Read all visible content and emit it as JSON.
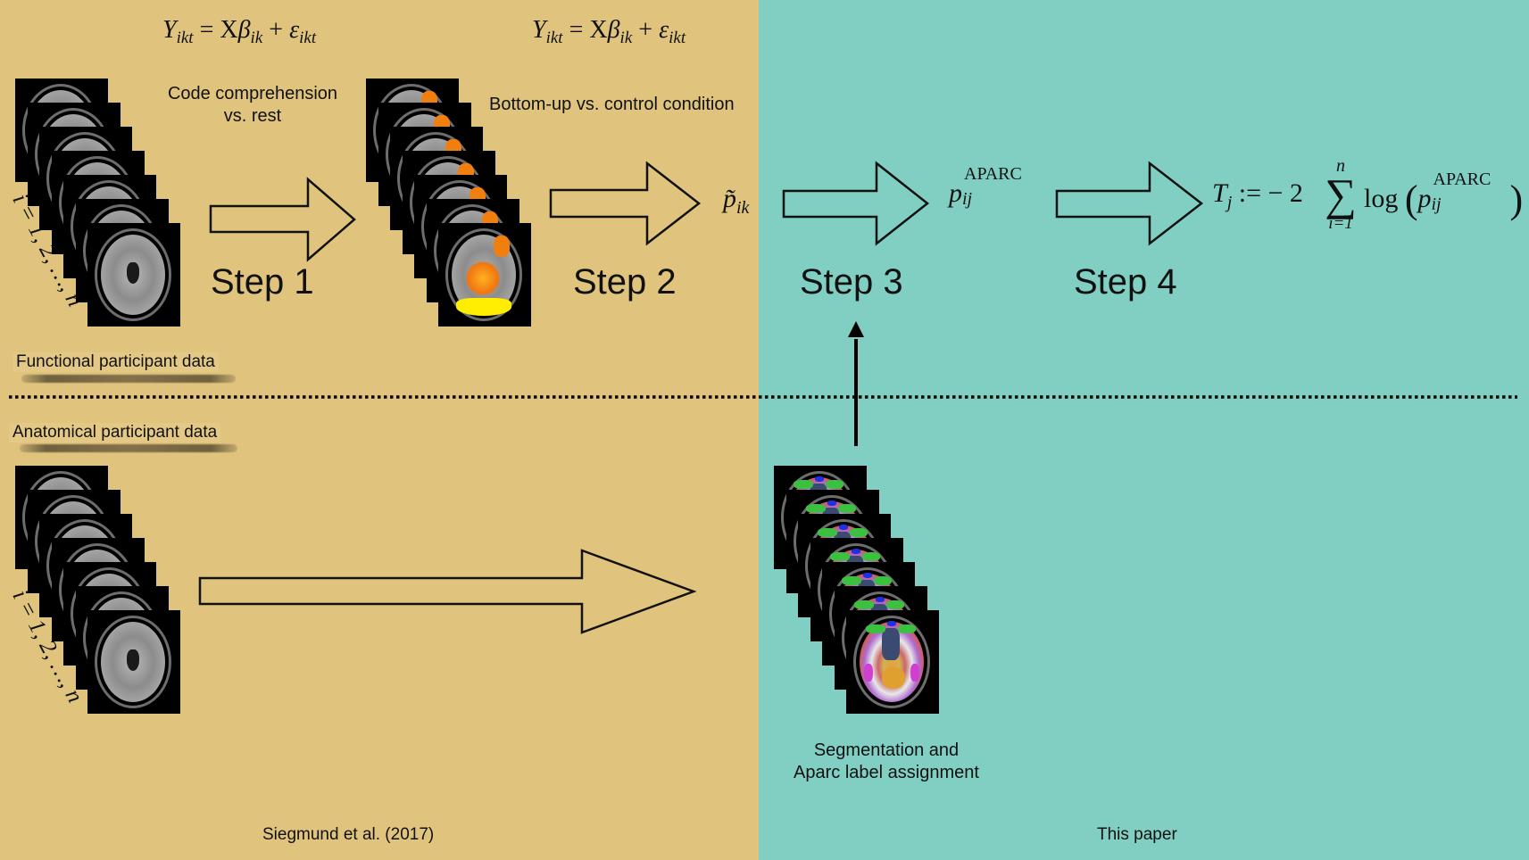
{
  "colors": {
    "left_background": "#E0C47E",
    "right_background": "#80CFC2",
    "activation_orange": "#F07F10",
    "activation_yellow": "#FFEE00",
    "ink": "#111111"
  },
  "equations": {
    "glm_1": {
      "Y": "Y",
      "Y_sub": "ikt",
      "eq": " = X",
      "beta": "β",
      "beta_sub": "ik",
      "plus": " + ",
      "eps": "ε",
      "eps_sub": "ikt"
    },
    "glm_2": {
      "Y": "Y",
      "Y_sub": "ikt",
      "eq": " = X",
      "beta": "β",
      "beta_sub": "ik",
      "plus": " + ",
      "eps": "ε",
      "eps_sub": "ikt"
    },
    "p_tilde": {
      "p": "p̃",
      "sub": "ik"
    },
    "p_aparc": {
      "p": "p",
      "sub": "ij",
      "sup": "APARC"
    },
    "fisher": {
      "T": "T",
      "T_sub": "j",
      "assign": " := − 2",
      "sum": "∑",
      "sum_upper": "n",
      "sum_lower": "i=1",
      "log": "log",
      "lparen": "(",
      "p": "p",
      "p_sub": "ij",
      "p_sup": "APARC",
      "rparen": ")"
    }
  },
  "labels": {
    "step1_condition": "Code comprehension\nvs. rest",
    "step1_condition_line1": "Code comprehension",
    "step1_condition_line2": "vs. rest",
    "step2_condition": "Bottom-up vs. control condition",
    "functional_data": "Functional participant data",
    "anatomical_data": "Anatomical participant data",
    "segmentation_line1": "Segmentation and",
    "segmentation_line2": "Aparc label assignment",
    "participant_index_top": "i = 1, 2, …, n",
    "participant_index_bottom": "i = 1, 2, …, n"
  },
  "steps": [
    {
      "label": "Step 1"
    },
    {
      "label": "Step 2"
    },
    {
      "label": "Step 3"
    },
    {
      "label": "Step 4"
    }
  ],
  "footer": {
    "left_source": "Siegmund et al. (2017)",
    "right_source": "This paper"
  },
  "image_stacks": [
    {
      "name": "functional-raw-stack",
      "slices": 7,
      "kind": "anatomical"
    },
    {
      "name": "functional-activation-stack",
      "slices": 7,
      "kind": "activation"
    },
    {
      "name": "anatomical-stack",
      "slices": 7,
      "kind": "anatomical"
    },
    {
      "name": "segmentation-stack",
      "slices": 7,
      "kind": "segmentation"
    }
  ]
}
